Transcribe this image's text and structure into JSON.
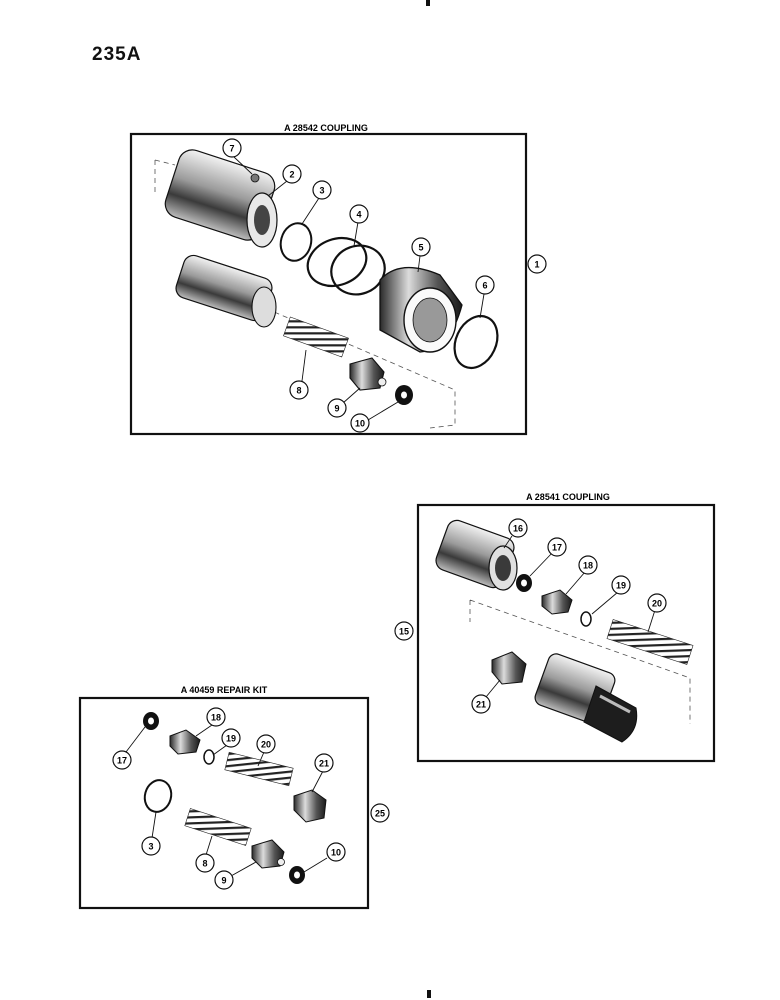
{
  "page_number": "235A",
  "panels": {
    "a28542": {
      "title": "A 28542 COUPLING",
      "assembly_callout": "1"
    },
    "a28541": {
      "title": "A 28541 COUPLING",
      "assembly_callout": "15"
    },
    "a40459": {
      "title": "A 40459 REPAIR KIT",
      "assembly_callout": "25"
    }
  },
  "callouts": [
    {
      "label": "7"
    },
    {
      "label": "2"
    },
    {
      "label": "3"
    },
    {
      "label": "4"
    },
    {
      "label": "5"
    },
    {
      "label": "6"
    },
    {
      "label": "8"
    },
    {
      "label": "9"
    },
    {
      "label": "10"
    },
    {
      "label": "16"
    },
    {
      "label": "17"
    },
    {
      "label": "18"
    },
    {
      "label": "19"
    },
    {
      "label": "20"
    },
    {
      "label": "21"
    },
    {
      "label": "18"
    },
    {
      "label": "17"
    },
    {
      "label": "19"
    },
    {
      "label": "20"
    },
    {
      "label": "21"
    },
    {
      "label": "3"
    },
    {
      "label": "8"
    },
    {
      "label": "9"
    },
    {
      "label": "10"
    }
  ]
}
